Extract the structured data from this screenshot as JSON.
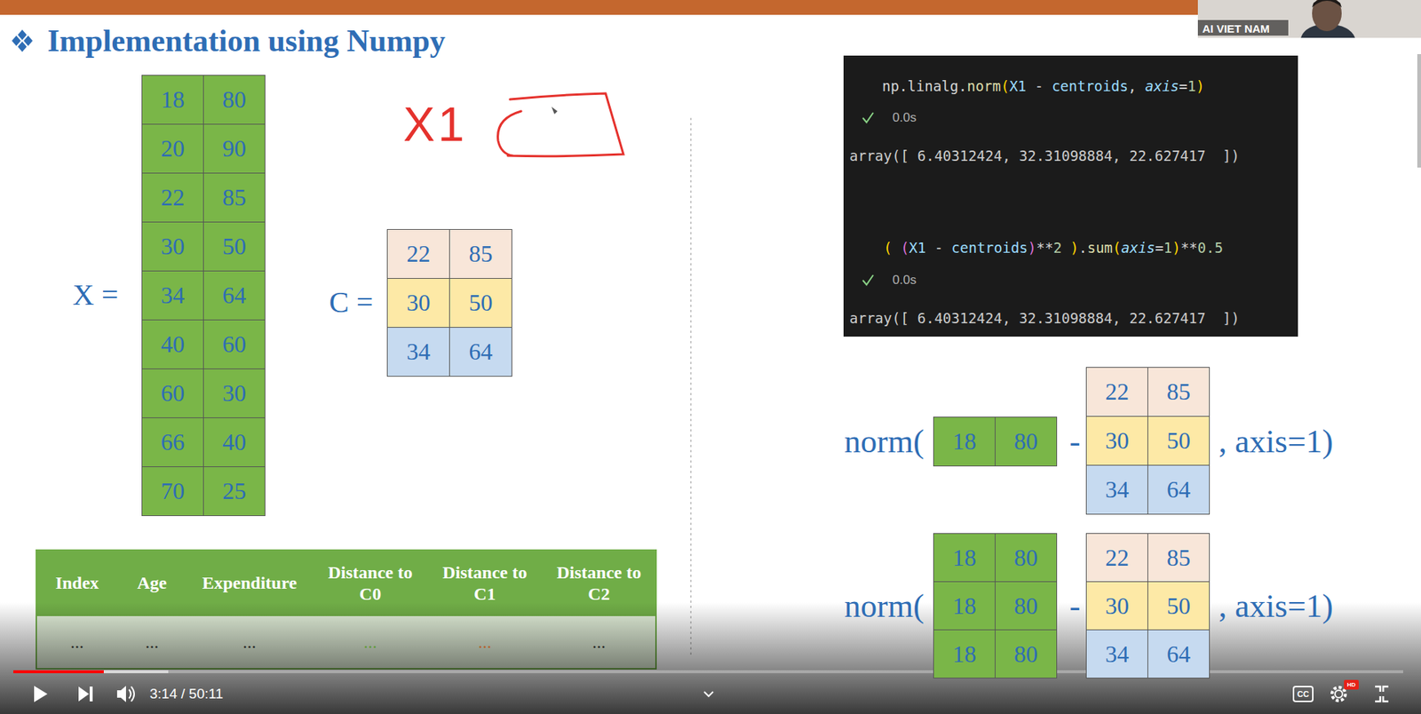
{
  "diagram": {
    "title": "Implementation using Numpy",
    "nodes": [
      {
        "text": [
          "np.linalg.norm(X1 - centroids, axis=1)",
          "0.0s",
          "array([ 6.40312424, 32.31098884, 22.627417  ])",
          "( (X1 - centroids)**2 ).sum(axis=1)**0.5",
          "0.0s",
          "array([ 6.40312424, 32.31098884, 22.627417  ])"
        ]
      }
    ],
    "labels": [
      "X1",
      "X =",
      "18",
      "80",
      "20",
      "90",
      "22",
      "85",
      "30",
      "50",
      "34",
      "64",
      "40",
      "60",
      "60",
      "30",
      "66",
      "40",
      "70",
      "25",
      "C =",
      "22",
      "85",
      "30",
      "50",
      "34",
      "64",
      "Index",
      "Age",
      "Expenditure",
      "Distance to C0",
      "Distance to C1",
      "Distance to C2",
      "...",
      "...",
      "...",
      "...",
      "...",
      "...",
      "norm(",
      "18",
      "80",
      "-",
      "22",
      "85",
      "30",
      "50",
      "34",
      "64",
      ", axis=1)",
      "norm(",
      "18",
      "80",
      "18",
      "80",
      "18",
      "80",
      "-",
      "22",
      "85",
      "30",
      "50",
      "34",
      "64",
      ", axis=1)",
      "AI VIET NAM",
      "3:14 / 50:11",
      "CC",
      "HD"
    ]
  }
}
